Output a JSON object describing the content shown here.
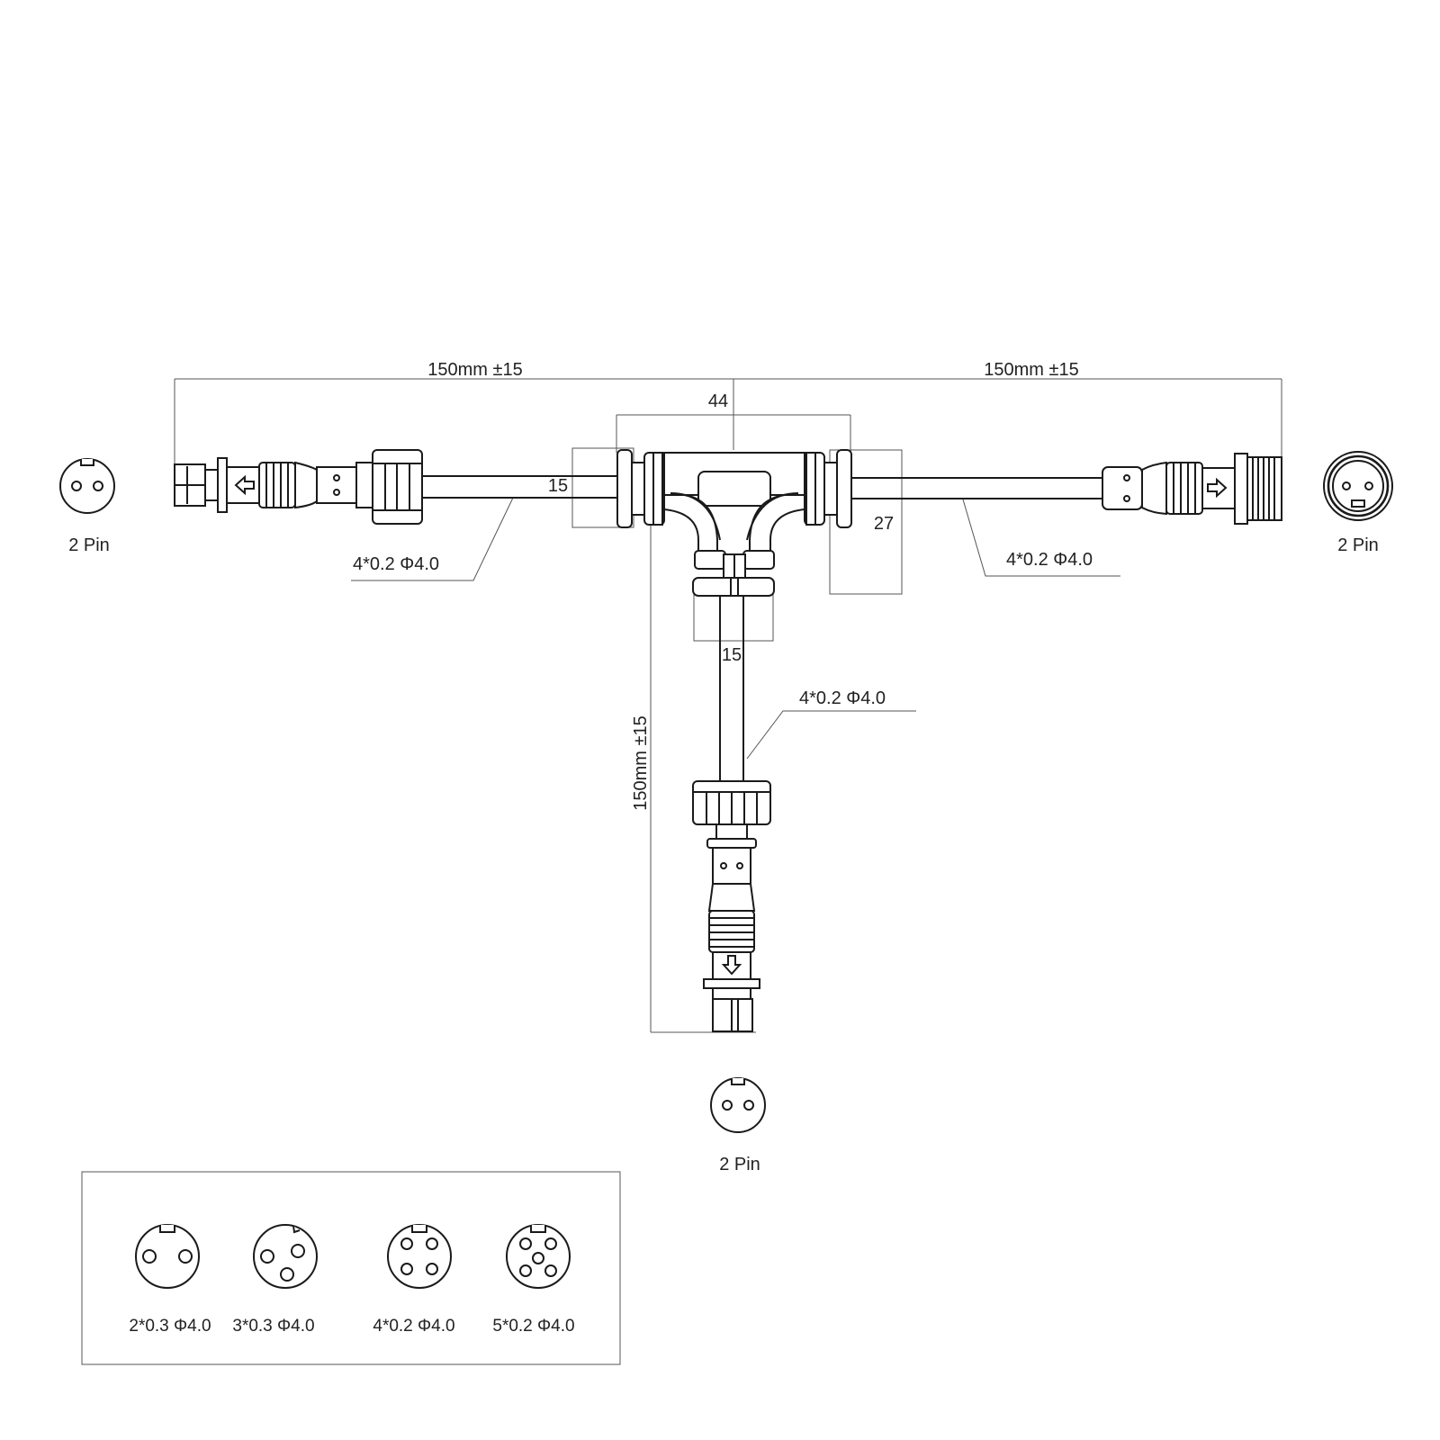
{
  "dimensions": {
    "left_length": "150mm ±15",
    "right_length": "150mm ±15",
    "down_length": "150mm ±15",
    "tee_width": "44",
    "tee_height": "27",
    "left_stub": "15",
    "down_stub": "15"
  },
  "cables": {
    "left": "4*0.2 Φ4.0",
    "right": "4*0.2 Φ4.0",
    "down": "4*0.2 Φ4.0"
  },
  "pin_labels": {
    "left": "2 Pin",
    "right": "2 Pin",
    "bottom": "2 Pin"
  },
  "legend": [
    {
      "label": "2*0.3 Φ4.0",
      "pins": 2
    },
    {
      "label": "3*0.3 Φ4.0",
      "pins": 3
    },
    {
      "label": "4*0.2 Φ4.0",
      "pins": 4
    },
    {
      "label": "5*0.2 Φ4.0",
      "pins": 5
    }
  ]
}
